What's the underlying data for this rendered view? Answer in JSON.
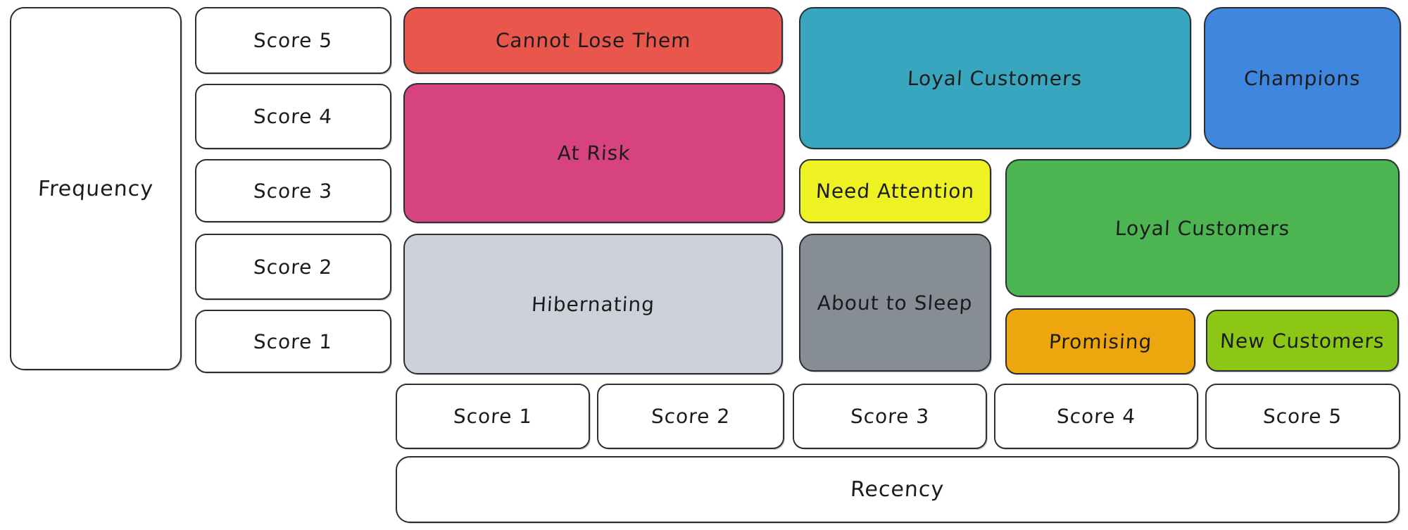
{
  "diagram": {
    "type": "rfm-segmentation-matrix"
  },
  "axes": {
    "frequency_label": "Frequency",
    "recency_label": "Recency",
    "frequency_scores": [
      "Score 5",
      "Score 4",
      "Score 3",
      "Score 2",
      "Score 1"
    ],
    "recency_scores": [
      "Score 1",
      "Score 2",
      "Score 3",
      "Score 4",
      "Score 5"
    ]
  },
  "segments": [
    {
      "id": "cannot-lose-them",
      "label": "Cannot Lose Them",
      "color": "#e8564c"
    },
    {
      "id": "at-risk",
      "label": "At Risk",
      "color": "#d6437f"
    },
    {
      "id": "hibernating",
      "label": "Hibernating",
      "color": "#ccd1d9"
    },
    {
      "id": "loyal-customers-top",
      "label": "Loyal Customers",
      "color": "#38a6bf"
    },
    {
      "id": "champions",
      "label": "Champions",
      "color": "#3e86de"
    },
    {
      "id": "need-attention",
      "label": "Need Attention",
      "color": "#eef222"
    },
    {
      "id": "about-to-sleep",
      "label": "About to Sleep",
      "color": "#868d94"
    },
    {
      "id": "loyal-customers-mid",
      "label": "Loyal Customers",
      "color": "#4cb551"
    },
    {
      "id": "promising",
      "label": "Promising",
      "color": "#eea60f"
    },
    {
      "id": "new-customers",
      "label": "New Customers",
      "color": "#8dc716"
    }
  ],
  "colors": {
    "stroke": "#2b2f33",
    "background": "#ffffff",
    "text": "#1b1b1b"
  }
}
